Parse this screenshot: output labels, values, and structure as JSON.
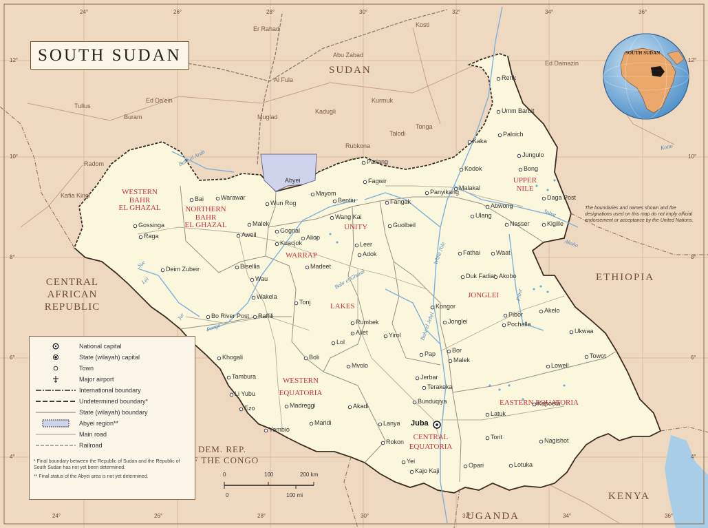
{
  "title": "SOUTH SUDAN",
  "countries": {
    "sudan": "SUDAN",
    "car": [
      "CENTRAL",
      "AFRICAN",
      "REPUBLIC"
    ],
    "ethiopia": "ETHIOPIA",
    "drc": [
      "DEM. REP.",
      "OF THE CONGO"
    ],
    "uganda": "UGANDA",
    "kenya": "KENYA"
  },
  "states": {
    "western_bahr_el_ghazal": [
      "WESTERN",
      "BAHR",
      "EL GHAZAL"
    ],
    "northern_bahr_el_ghazal": [
      "NORTHERN",
      "BAHR",
      "EL GHAZAL"
    ],
    "warrap": "WARRAP",
    "unity": "UNITY",
    "upper_nile": [
      "UPPER",
      "NILE"
    ],
    "lakes": "LAKES",
    "jonglei": "JONGLEI",
    "western_equatoria": [
      "WESTERN",
      "EQUATORIA"
    ],
    "central_equatoria": [
      "CENTRAL",
      "EQUATORIA"
    ],
    "eastern_equatoria": "EASTERN EQUATORIA"
  },
  "capital": "Juba",
  "towns": [
    "Renk",
    "Umm Barbit",
    "Paloich",
    "Kaka",
    "Jungulo",
    "Kodok",
    "Bong",
    "Malakal",
    "Daga Post",
    "Abwong",
    "Kigille",
    "Nasser",
    "Ulang",
    "Panyikang",
    "Fangak",
    "Bentiu",
    "Mayom",
    "Pariang",
    "Fagwir",
    "Wang Kai",
    "Guolbeil",
    "Leer",
    "Adok",
    "Fathai",
    "Waat",
    "Duk Fadiat",
    "Akobo",
    "Bor",
    "Kongor",
    "Jonglei",
    "Pibor",
    "Pochalla",
    "Akelo",
    "Ukwaa",
    "Towot",
    "Lowell",
    "Wau",
    "Aweil",
    "Malek",
    "Raga",
    "Gossinga",
    "Bai",
    "Warawar",
    "Wun Rog",
    "Gogrial",
    "Kuacjok",
    "Aliop",
    "Madeet",
    "Deim Zubeir",
    "Bisellia",
    "Wakela",
    "Tonj",
    "Rumbek",
    "Aliet",
    "Yirol",
    "Lol",
    "Boli",
    "Mvolo",
    "Bo River Post",
    "Raffili",
    "Khogali",
    "Tambura",
    "Li Yubu",
    "Ezo",
    "Yambio",
    "Maridi",
    "Madreggi",
    "Akadi",
    "Lanya",
    "Yei",
    "Kajo Kaji",
    "Rokon",
    "Terakeka",
    "Jerbar",
    "Bunduqiya",
    "Pap",
    "Malek",
    "Latuk",
    "Kapoeta",
    "Torit",
    "Nagishot",
    "Opari",
    "Lotuka"
  ],
  "external_towns": [
    "Er Rahad",
    "Abu Zabad",
    "Kosti",
    "Al Fula",
    "Ed Damazin",
    "Tullus",
    "Buram",
    "Ed Da'ein",
    "Muglad",
    "Kadugli",
    "Kurmuk",
    "Talodi",
    "Tonga",
    "Rubkona",
    "Radom",
    "Kafia Kingi"
  ],
  "rivers": [
    "Bahr el Arab",
    "White Nile",
    "Sobat",
    "Bahr el Ghazal",
    "Jur",
    "Lol",
    "Bahr el Jebel",
    "Pibor",
    "Akobo",
    "Sue",
    "Pongo",
    "Kotto"
  ],
  "degrees": {
    "top": [
      "24°",
      "26°",
      "28°",
      "30°",
      "32°",
      "34°",
      "36°"
    ],
    "bottom": [
      "24°",
      "26°",
      "28°",
      "30°",
      "32°",
      "34°",
      "36°"
    ],
    "left": [
      "12°",
      "10°",
      "8°",
      "6°",
      "4°"
    ],
    "right": [
      "12°",
      "10°",
      "8°",
      "6°",
      "4°"
    ]
  },
  "legend": {
    "national_capital": "National capital",
    "state_capital": "State (wilayah) capital",
    "town": "Town",
    "airport": "Major airport",
    "intl_boundary": "International boundary",
    "undetermined": "Undetermined boundary*",
    "state_boundary": "State (wilayah) boundary",
    "abyei": "Abyei region**",
    "main_road": "Main road",
    "railroad": "Railroad",
    "note1": "* Final boundary between the Republic of Sudan and the Republic of South Sudan has not yet been determined.",
    "note2": "** Final status of the Abyei area is not yet determined."
  },
  "abyei_label": "Abyei",
  "disclaimer": "The boundaries and names shown and the designations used on this map do not imply official endorsement or acceptance by the United Nations.",
  "scale": {
    "ticks": [
      "0",
      "100",
      "200 km"
    ],
    "mi": [
      "0",
      "100 mi"
    ]
  },
  "globe": {
    "label": "SOUTH SUDAN"
  },
  "colors": {
    "land_outside": "#efd8c0",
    "south_sudan": "#fbf7dc",
    "water": "#a9cde6",
    "abyei": "#cfd3ec",
    "state_name": "#c8323c"
  }
}
